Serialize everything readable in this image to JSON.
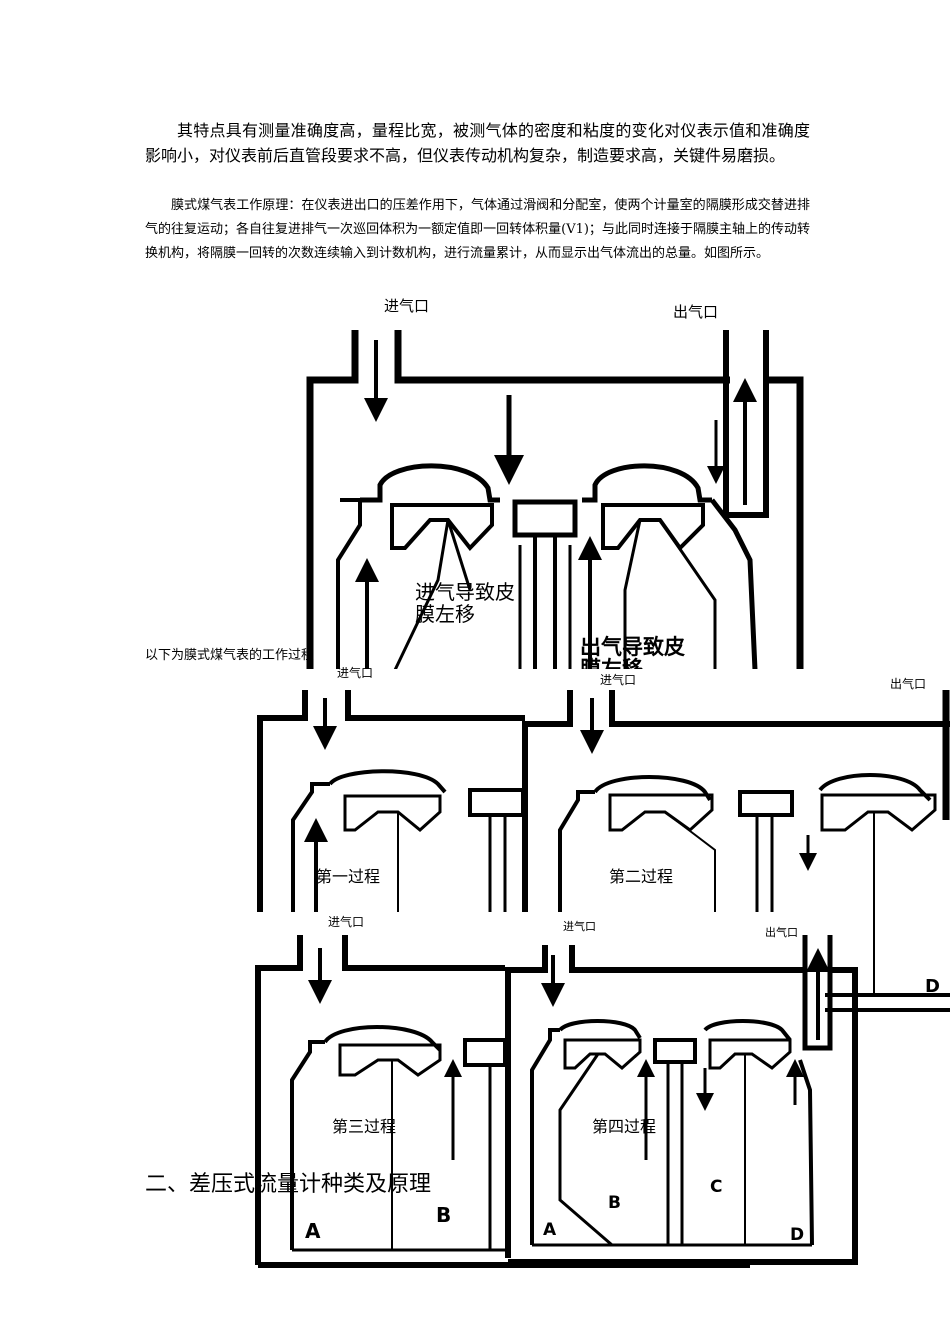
{
  "text": {
    "para1": "其特点具有测量准确度高，量程比宽，被测气体的密度和粘度的变化对仪表示值和准确度影响小，对仪表前后直管段要求不高，但仪表传动机构复杂，制造要求高，关键件易磨损。",
    "para2": "膜式煤气表工作原理：在仪表进出口的压差作用下，气体通过滑阀和分配室，使两个计量室的隔膜形成交替进排气的往复运动；各自往复进排气一次巡回体积为一额定值即一回转体积量(V1)；与此同时连接于隔膜主轴上的传动转换机构，将隔膜一回转的次数连续输入到计数机构，进行流量累计，从而显示出气体流出的总量。如图所示。",
    "caption": "以下为膜式煤气表的工作过程",
    "heading": "二、差压式流量计种类及原理"
  },
  "main_figure": {
    "inlet": "进气口",
    "outlet": "出气口",
    "note_left_1": "进气导致皮",
    "note_left_2": "膜左移",
    "note_right_1": "出气导致皮",
    "note_right_2": "膜左移"
  },
  "process_figures": {
    "inlet": "进气口",
    "outlet": "出气口",
    "stage1": "第一过程",
    "stage2": "第二过程",
    "stage3": "第三过程",
    "stage4": "第四过程",
    "chamber_a": "A",
    "chamber_b": "B",
    "chamber_c": "C",
    "chamber_d": "D"
  }
}
